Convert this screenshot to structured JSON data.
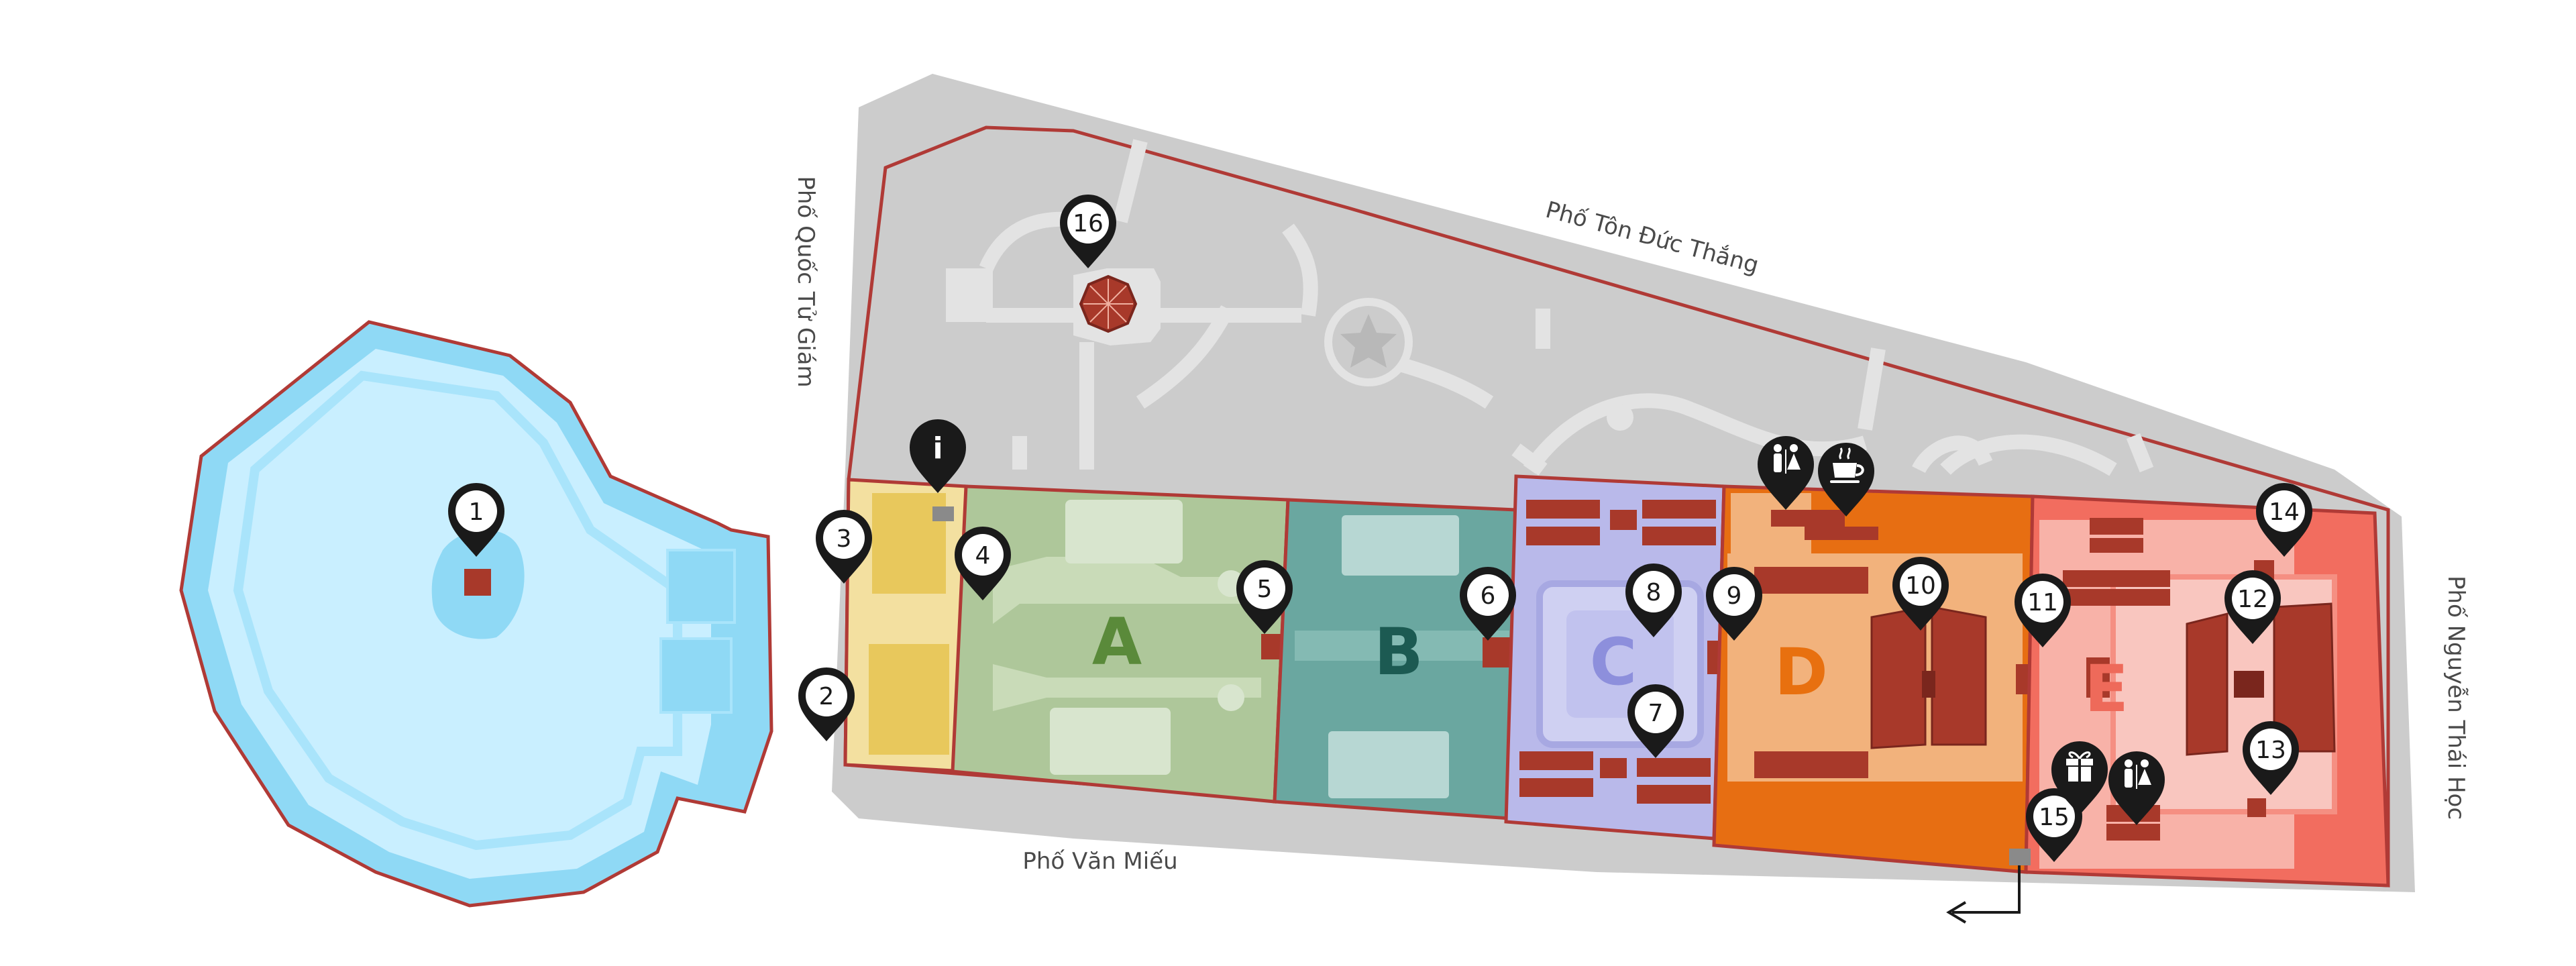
{
  "streets": {
    "north": "Phố Tôn Đức Thắng",
    "south": "Phố Văn Miếu",
    "west": "Phố Quốc Tử Giám",
    "east": "Phố Nguyễn Thái Học"
  },
  "zones": [
    {
      "label": "A",
      "text_color": "#5a8a3a",
      "fill": "#aec79a"
    },
    {
      "label": "B",
      "text_color": "#1c5a52",
      "fill": "#6aa7a0"
    },
    {
      "label": "C",
      "text_color": "#8d8fdc",
      "fill": "#b9b9ea"
    },
    {
      "label": "D",
      "text_color": "#e8700f",
      "fill": "#f2b27c"
    },
    {
      "label": "E",
      "text_color": "#ee6a5a",
      "fill": "#f8b2a8"
    }
  ],
  "markers": [
    "1",
    "2",
    "3",
    "4",
    "5",
    "6",
    "7",
    "8",
    "9",
    "10",
    "11",
    "12",
    "13",
    "14",
    "15",
    "16"
  ],
  "amenities": {
    "info": "i",
    "toilets": "toilets-icon",
    "cafe": "coffee-cup-icon",
    "gift": "gift-icon"
  },
  "colors": {
    "lake": "#8fd9f5",
    "lake_inner": "#c9efff",
    "park": "#cccccc",
    "path": "#e3e3e3",
    "wall": "#b03a36",
    "roof": "#a8392a",
    "entrance_zone": "#f3e0a0",
    "zone_d_dark": "#e76e12",
    "zone_e_dark": "#f26d5f",
    "pin": "#1a1a1a"
  }
}
